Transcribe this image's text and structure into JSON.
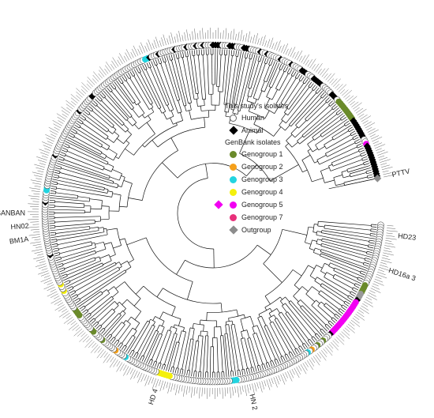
{
  "legend": {
    "study_heading": "This study's isolates",
    "human": "Human",
    "animal": "Animal",
    "genbank_heading": "GenBank isolates",
    "groups": [
      {
        "label": "Genogroup 1",
        "color": "#6a8a2a",
        "shape": "circle"
      },
      {
        "label": "Genogroup 2",
        "color": "#f5a01a",
        "shape": "circle"
      },
      {
        "label": "Genogroup 3",
        "color": "#22d4e0",
        "shape": "circle"
      },
      {
        "label": "Genogroup 4",
        "color": "#f4f00c",
        "shape": "circle"
      },
      {
        "label": "Genogroup 5",
        "color": "#f200f2",
        "shape": "circle"
      },
      {
        "label": "Genogroup 7",
        "color": "#e8307a",
        "shape": "circle"
      },
      {
        "label": "Outgroup",
        "color": "#8c8c8c",
        "shape": "diamond"
      }
    ],
    "colors": {
      "human": "#ffffff",
      "animal": "#000000",
      "branch": "#111111"
    }
  },
  "tips": {
    "labels": [
      "PTTV",
      "BM1A",
      "HN02",
      "SANBAN",
      "HD23",
      "HD16a 3",
      "HD 4",
      "HN 2"
    ],
    "tip_sequence": "ooooooooooooooooooooooooooggggaaaAmmmmmmmmmmmmmmmmmAooogoogoopocooooooooooooooooooooooooooooooocccoooooooooooooooooooooooooyyyyyyoooooooooooooocoooopoooooogooooggoooooooggggooooooooyooyooooooooooooAoooooooooooooooooooooAooooccoooooooooooooAooooooooooooooooooooAoooooooAAoooooooooooooooooooooooooccAoooAooooooAooooAoooAooAoooAAAAoooAAAoooAAAooooAooAoooooAooooAooooAAAoooAAAAAoooooAAAoggggggggggAAAAAAAAAoomAAAAAAAAAAAAAAA",
    "outgroup": "Outgroup"
  }
}
